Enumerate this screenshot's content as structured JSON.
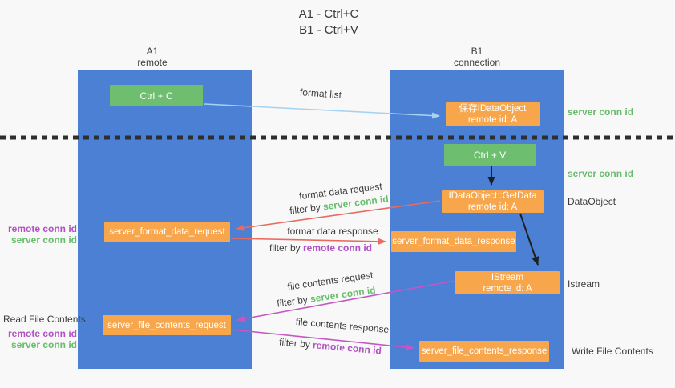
{
  "title": {
    "line1": "A1 - Ctrl+C",
    "line2": "B1 - Ctrl+V"
  },
  "columns": {
    "left": {
      "name": "A1",
      "role": "remote"
    },
    "right": {
      "name": "B1",
      "role": "connection"
    }
  },
  "boxes": {
    "ctrl_c": "Ctrl + C",
    "ctrl_v": "Ctrl + V",
    "save_dataobject": {
      "line1": "保存IDataObject",
      "line2": "remote id: A"
    },
    "getdata": {
      "line1": "IDataObject::GetData",
      "line2": "remote id: A"
    },
    "istream": {
      "line1": "IStream",
      "line2": "remote id: A"
    },
    "server_format_data_request": "server_format_data_request",
    "server_format_data_response": "server_format_data_response",
    "server_file_contents_request": "server_file_contents_request",
    "server_file_contents_response": "server_file_contents_response"
  },
  "arrow_labels": {
    "format_list": "format list",
    "format_data_request": {
      "text": "format data request",
      "filter_prefix": "filter by ",
      "filter_value": "server conn id"
    },
    "format_data_response": {
      "text": "format data response",
      "filter_prefix": "filter by ",
      "filter_value": "remote conn id"
    },
    "file_contents_request": {
      "text": "file contents request",
      "filter_prefix": "filter by ",
      "filter_value": "server conn id"
    },
    "file_contents_response": {
      "text": "file contents response",
      "filter_prefix": "filter by ",
      "filter_value": "remote conn id"
    }
  },
  "side_labels": {
    "right_server_conn_id_top": "server conn id",
    "right_server_conn_id_mid": "server conn id",
    "dataobject": "DataObject",
    "istream": "Istream",
    "write_file_contents": "Write File Contents",
    "read_file_contents": "Read File Contents",
    "left_remote_conn_id_top": "remote conn id",
    "left_server_conn_id_top": "server conn id",
    "left_remote_conn_id_bottom": "remote conn id",
    "left_server_conn_id_bottom": "server conn id"
  },
  "colors": {
    "column_blue": "#4b80d5",
    "green": "#6dbe6e",
    "orange": "#f8a64c",
    "red_arrow": "#e96a5e",
    "magenta_arrow": "#c357c3",
    "blue_arrow": "#a5d2f3",
    "black_arrow": "#1f1f1f",
    "green_text": "#67bd6b",
    "purple_text": "#b151c5",
    "text_dark": "#3c3c3c",
    "background": "#f8f8f8"
  }
}
